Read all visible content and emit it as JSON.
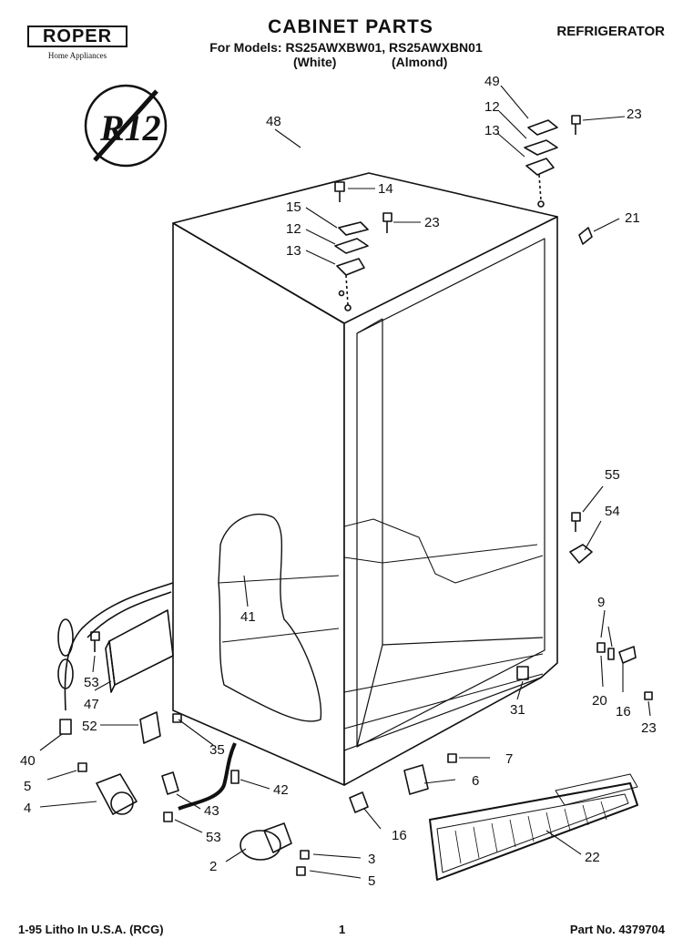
{
  "header": {
    "brand": "ROPER",
    "brand_sub": "Home Appliances",
    "title": "CABINET PARTS",
    "models_line": "For Models: RS25AWXBW01, RS25AWXBN01",
    "variant_white": "(White)",
    "variant_almond": "(Almond)",
    "category": "REFRIGERATOR"
  },
  "badge": {
    "text": "R12"
  },
  "callouts": [
    {
      "id": "c48",
      "label": "48"
    },
    {
      "id": "c49",
      "label": "49"
    },
    {
      "id": "c12a",
      "label": "12"
    },
    {
      "id": "c13a",
      "label": "13"
    },
    {
      "id": "c23a",
      "label": "23"
    },
    {
      "id": "c14",
      "label": "14"
    },
    {
      "id": "c15",
      "label": "15"
    },
    {
      "id": "c12b",
      "label": "12"
    },
    {
      "id": "c23b",
      "label": "23"
    },
    {
      "id": "c13b",
      "label": "13"
    },
    {
      "id": "c21",
      "label": "21"
    },
    {
      "id": "c55",
      "label": "55"
    },
    {
      "id": "c54",
      "label": "54"
    },
    {
      "id": "c41",
      "label": "41"
    },
    {
      "id": "c9",
      "label": "9"
    },
    {
      "id": "c53a",
      "label": "53"
    },
    {
      "id": "c47",
      "label": "47"
    },
    {
      "id": "c20",
      "label": "20"
    },
    {
      "id": "c16a",
      "label": "16"
    },
    {
      "id": "c23c",
      "label": "23"
    },
    {
      "id": "c52",
      "label": "52"
    },
    {
      "id": "c31",
      "label": "31"
    },
    {
      "id": "c40",
      "label": "40"
    },
    {
      "id": "c35",
      "label": "35"
    },
    {
      "id": "c7",
      "label": "7"
    },
    {
      "id": "c5a",
      "label": "5"
    },
    {
      "id": "c6",
      "label": "6"
    },
    {
      "id": "c42",
      "label": "42"
    },
    {
      "id": "c4",
      "label": "4"
    },
    {
      "id": "c43",
      "label": "43"
    },
    {
      "id": "c16b",
      "label": "16"
    },
    {
      "id": "c53b",
      "label": "53"
    },
    {
      "id": "c22",
      "label": "22"
    },
    {
      "id": "c3",
      "label": "3"
    },
    {
      "id": "c2",
      "label": "2"
    },
    {
      "id": "c5b",
      "label": "5"
    }
  ],
  "footer": {
    "print_info": "1-95 Litho In U.S.A. (RCG)",
    "page": "1",
    "part_no": "Part No. 4379704"
  }
}
